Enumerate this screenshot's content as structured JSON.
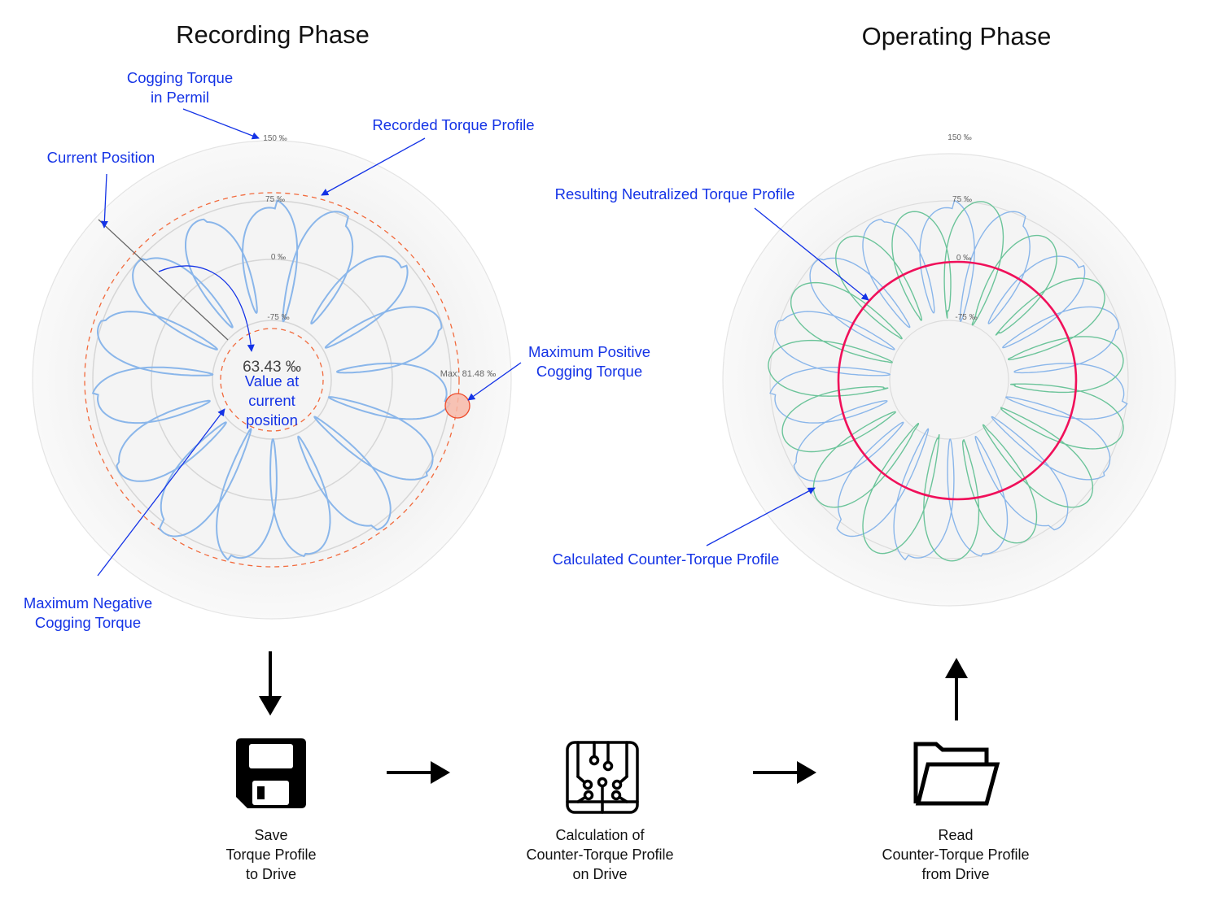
{
  "titles": {
    "recording": "Recording Phase",
    "operating": "Operating Phase"
  },
  "recording_chart": {
    "axis_labels": [
      "150 ‰",
      "75 ‰",
      "0 ‰",
      "-75 ‰"
    ],
    "current_value": "63.43 ‰",
    "current_value_note": [
      "Value at",
      "current",
      "position"
    ],
    "max_label": "Max: 81.48 ‰",
    "annotations": {
      "cogging_torque": [
        "Cogging Torque",
        "in Permil"
      ],
      "recorded_profile": "Recorded Torque Profile",
      "current_position": "Current Position",
      "max_positive": [
        "Maximum Positive",
        "Cogging Torque"
      ],
      "max_negative": [
        "Maximum Negative",
        "Cogging Torque"
      ]
    }
  },
  "operating_chart": {
    "axis_labels": [
      "150 ‰",
      "75 ‰",
      "0 ‰",
      "-75 ‰"
    ],
    "annotations": {
      "neutralized_profile": "Resulting Neutralized Torque Profile",
      "counter_profile": "Calculated Counter-Torque Profile"
    }
  },
  "workflow": {
    "steps": [
      {
        "icon": "floppy-disk-icon",
        "label": [
          "Save",
          "Torque Profile",
          "to Drive"
        ]
      },
      {
        "icon": "circuit-board-icon",
        "label": [
          "Calculation of",
          "Counter-Torque Profile",
          "on Drive"
        ]
      },
      {
        "icon": "open-folder-icon",
        "label": [
          "Read",
          "Counter-Torque Profile",
          "from Drive"
        ]
      }
    ]
  },
  "colors": {
    "annotation": "#1433e6",
    "recorded_profile": "#8ab6ea",
    "counter_profile": "#6cc49a",
    "neutralized_profile": "#f0105a",
    "limit_dashed": "#f26a3c",
    "max_marker_fill": "#f7b9a8",
    "max_marker_stroke": "#ee4a2a"
  },
  "chart_data": [
    {
      "type": "polar-line",
      "title": "Recording Phase",
      "unit": "‰",
      "radial_range": [
        -150,
        150
      ],
      "radial_ticks": [
        150,
        75,
        0,
        -75
      ],
      "series": [
        {
          "name": "Recorded Torque Profile",
          "petals": 15,
          "peak_value": 81.48,
          "trough_value": -75
        }
      ],
      "current_position_value": 63.43,
      "max_positive": 81.48,
      "limit_lines": [
        "max positive (dashed)",
        "max negative (dashed)"
      ]
    },
    {
      "type": "polar-line",
      "title": "Operating Phase",
      "unit": "‰",
      "radial_range": [
        -150,
        150
      ],
      "radial_ticks": [
        150,
        75,
        0,
        -75
      ],
      "series": [
        {
          "name": "Recorded Torque Profile",
          "petals": 15
        },
        {
          "name": "Calculated Counter-Torque Profile",
          "petals": 15
        },
        {
          "name": "Resulting Neutralized Torque Profile",
          "constant_value": 0
        }
      ]
    }
  ]
}
